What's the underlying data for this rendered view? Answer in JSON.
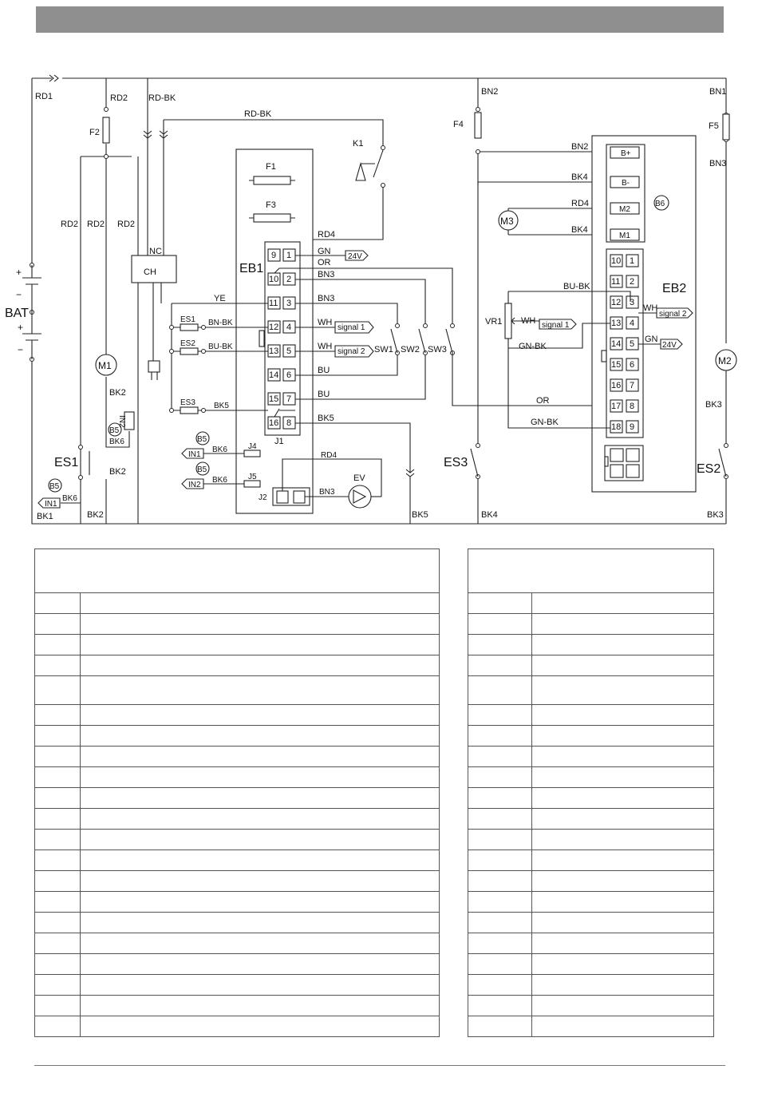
{
  "diagram": {
    "wire_labels": {
      "rd1": "RD1",
      "rd2": "RD2",
      "rd_bk": "RD-BK",
      "rd4": "RD4",
      "bn1": "BN1",
      "bn2": "BN2",
      "bn3": "BN3",
      "bk1": "BK1",
      "bk2": "BK2",
      "bk3": "BK3",
      "bk4": "BK4",
      "bk5": "BK5",
      "bk6": "BK6",
      "gn": "GN",
      "or": "OR",
      "ye": "YE",
      "wh": "WH",
      "bu": "BU",
      "bn_bk": "BN-BK",
      "bu_bk": "BU-BK",
      "gn_bk": "GN-BK"
    },
    "components": {
      "bat": "BAT",
      "plus": "+",
      "minus": "−",
      "f1": "F1",
      "f2": "F2",
      "f3": "F3",
      "f4": "F4",
      "f5": "F5",
      "k1": "K1",
      "nc": "NC",
      "ch": "CH",
      "eb1": "EB1",
      "eb2": "EB2",
      "j1": "J1",
      "j2": "J2",
      "j4": "J4",
      "j5": "J5",
      "es1": "ES1",
      "es2": "ES2",
      "es3": "ES3",
      "sw1": "SW1",
      "sw2": "SW2",
      "sw3": "SW3",
      "m1": "M1",
      "m2": "M2",
      "m3": "M3",
      "b5": "B5",
      "b6": "B6",
      "vr1": "VR1",
      "ev": "EV",
      "in1": "IN1",
      "in2": "IN2"
    },
    "terminals": {
      "b_plus": "B+",
      "b_minus": "B-",
      "m1": "M1",
      "m2": "M2"
    },
    "signals": {
      "v24": "24V",
      "signal1": "signal 1",
      "signal2": "signal 2"
    },
    "pins": [
      "1",
      "2",
      "3",
      "4",
      "5",
      "6",
      "7",
      "8",
      "9",
      "10",
      "11",
      "12",
      "13",
      "14",
      "15",
      "16",
      "17",
      "18"
    ]
  },
  "legend_left": {
    "header": "",
    "rows": [
      [
        "",
        ""
      ],
      [
        "",
        ""
      ],
      [
        "",
        ""
      ],
      [
        "",
        ""
      ],
      [
        "",
        ""
      ],
      [
        "",
        ""
      ],
      [
        "",
        ""
      ],
      [
        "",
        ""
      ],
      [
        "",
        ""
      ],
      [
        "",
        ""
      ],
      [
        "",
        ""
      ],
      [
        "",
        ""
      ],
      [
        "",
        ""
      ],
      [
        "",
        ""
      ],
      [
        "",
        ""
      ],
      [
        "",
        ""
      ],
      [
        "",
        ""
      ],
      [
        "",
        ""
      ],
      [
        "",
        ""
      ],
      [
        "",
        ""
      ],
      [
        "",
        ""
      ]
    ]
  },
  "legend_right": {
    "header": "",
    "rows": [
      [
        "",
        ""
      ],
      [
        "",
        ""
      ],
      [
        "",
        ""
      ],
      [
        "",
        ""
      ],
      [
        "",
        ""
      ],
      [
        "",
        ""
      ],
      [
        "",
        ""
      ],
      [
        "",
        ""
      ],
      [
        "",
        ""
      ],
      [
        "",
        ""
      ],
      [
        "",
        ""
      ],
      [
        "",
        ""
      ],
      [
        "",
        ""
      ],
      [
        "",
        ""
      ],
      [
        "",
        ""
      ],
      [
        "",
        ""
      ],
      [
        "",
        ""
      ],
      [
        "",
        ""
      ],
      [
        "",
        ""
      ],
      [
        "",
        ""
      ],
      [
        "",
        ""
      ]
    ]
  }
}
